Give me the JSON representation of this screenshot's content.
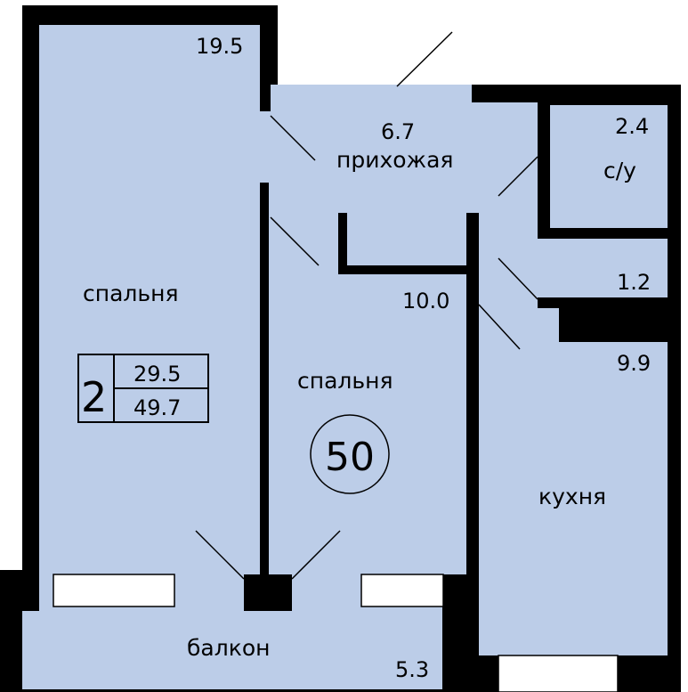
{
  "colors": {
    "wall": "#000000",
    "room_fill": "#bccde8",
    "window_fill": "#ffffff",
    "background": "#ffffff"
  },
  "rooms": {
    "bedroom_large": {
      "name": "спальня",
      "area": "19.5"
    },
    "hallway": {
      "name": "прихожая",
      "area": "6.7"
    },
    "bathroom": {
      "name": "с/у",
      "area": "2.4"
    },
    "storage": {
      "area": "1.2"
    },
    "bedroom_small": {
      "name": "спальня",
      "area": "10.0"
    },
    "kitchen": {
      "name": "кухня",
      "area": "9.9"
    },
    "balcony": {
      "name": "балкон",
      "area": "5.3"
    }
  },
  "summary": {
    "rooms_count": "2",
    "living_area": "29.5",
    "total_area": "49.7"
  },
  "plan_number": "50"
}
